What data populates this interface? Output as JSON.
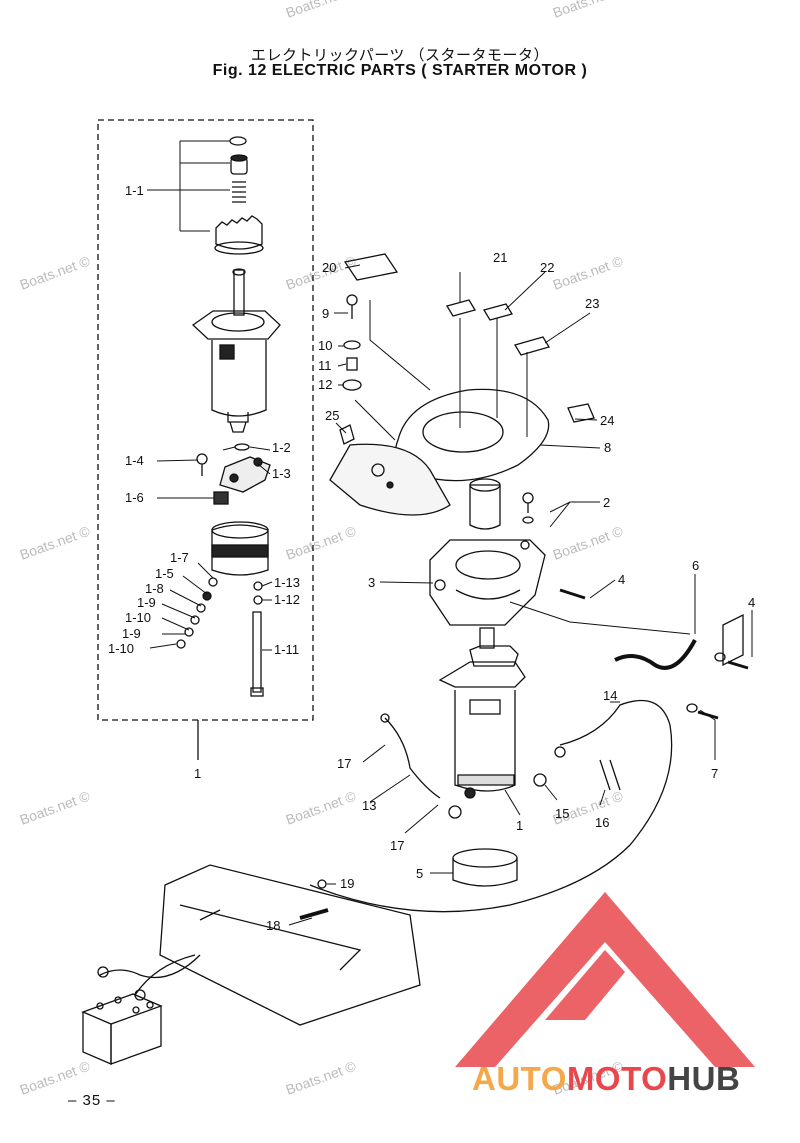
{
  "title_jp": "エレクトリックパーツ （スタータモータ）",
  "title_en": "Fig. 12   ELECTRIC PARTS ( STARTER MOTOR )",
  "page_number": "– 35 –",
  "watermark_text": "Boats.net ©",
  "brand": {
    "part1": "AUTO",
    "part2": "MOTO",
    "part3": "HUB",
    "colors": {
      "auto": "#f4a84a",
      "moto": "#e8484c",
      "hub": "#444444"
    }
  },
  "callouts": {
    "c1_1": "1-1",
    "c1_2": "1-2",
    "c1_3": "1-3",
    "c1_4": "1-4",
    "c1_5": "1-5",
    "c1_6": "1-6",
    "c1_7": "1-7",
    "c1_8": "1-8",
    "c1_9a": "1-9",
    "c1_9b": "1-9",
    "c1_10a": "1-10",
    "c1_10b": "1-10",
    "c1_11": "1-11",
    "c1_12": "1-12",
    "c1_13": "1-13",
    "c1_group": "1",
    "c1": "1",
    "c2": "2",
    "c3": "3",
    "c4a": "4",
    "c4b": "4",
    "c5": "5",
    "c6": "6",
    "c7": "7",
    "c8": "8",
    "c9": "9",
    "c10": "10",
    "c11": "11",
    "c12": "12",
    "c13": "13",
    "c14": "14",
    "c15": "15",
    "c16": "16",
    "c17a": "17",
    "c17b": "17",
    "c18": "18",
    "c19": "19",
    "c20": "20",
    "c21": "21",
    "c22": "22",
    "c23": "23",
    "c24": "24",
    "c25": "25"
  }
}
